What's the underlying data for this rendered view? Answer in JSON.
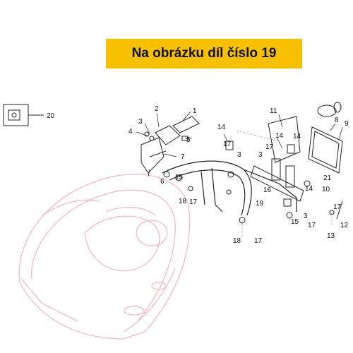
{
  "banner": {
    "text": "Na obrázku díl číslo 19",
    "color": "#f7c000"
  },
  "callouts": [
    "1",
    "2",
    "3",
    "4",
    "5",
    "6",
    "7",
    "8",
    "9",
    "10",
    "11",
    "12",
    "13",
    "14",
    "14",
    "14",
    "14",
    "15",
    "15",
    "16",
    "17",
    "17",
    "17",
    "17",
    "17",
    "17",
    "18",
    "18",
    "19",
    "20",
    "21",
    "3",
    "3",
    "3"
  ],
  "colors": {
    "line": "#222222",
    "ghost": "#f2b6c0"
  }
}
